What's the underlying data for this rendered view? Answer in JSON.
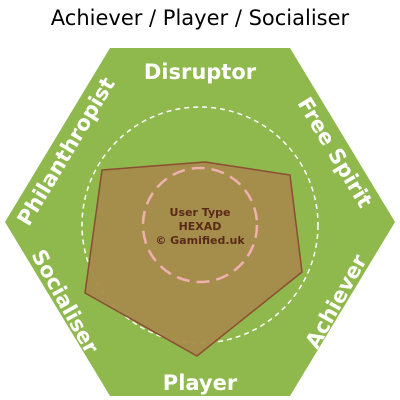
{
  "title": "Achiever / Player / Socialiser",
  "colors": {
    "hexagon": "#8fb84d",
    "profile_fill": "#a78a4b",
    "profile_stroke": "#8c4d33",
    "outer_ring": "#ffffff",
    "inner_ring": "#f0b0b0",
    "center_text": "#5a2a18"
  },
  "hexad": {
    "labels": {
      "top": "Disruptor",
      "top_right": "Free Spirit",
      "bottom_right": "Achiever",
      "bottom": "Player",
      "bottom_left": "Socialiser",
      "top_left": "Philanthropist"
    },
    "center": {
      "line1": "User Type",
      "line2": "HEXAD",
      "line3": "© Gamified.uk"
    }
  }
}
